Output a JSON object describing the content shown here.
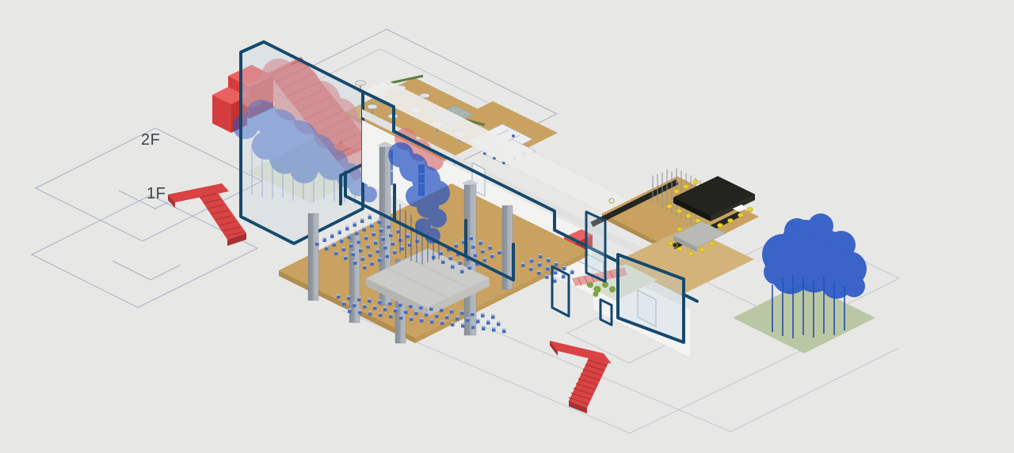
{
  "title": "Axonometric building circulation diagram",
  "labels": {
    "floor2": "2F",
    "floor1": "1F"
  },
  "colors": {
    "background": "#e7e7e6",
    "plate_outline": "#a6b0c3",
    "section_outline": "#16496e",
    "stair_red": "#d94343",
    "accent_red": "#e04444",
    "floor_tan": "#c9a261",
    "floor_tan_light": "#d4b37a",
    "grass_green": "#bac7a4",
    "interior_sage": "#dadfcd",
    "tree_blue": "#2353c4",
    "tree_red": "#d97a7a",
    "chair_blue": "#4a6db8",
    "chair_blue_light": "#8fa5d2",
    "chair_yellow": "#e6d22c",
    "table_black": "#23241e",
    "stage_gray": "#cbcbc7",
    "wall_white": "#f3f3f1",
    "column_gray": "#9aa0a8"
  },
  "auditorium": {
    "blocks": [
      {
        "rows": 6,
        "cols": 8
      },
      {
        "rows": 4,
        "cols": 6
      },
      {
        "rows": 3,
        "cols": 16
      },
      {
        "rows": 3,
        "cols": 5
      }
    ]
  },
  "scene": {
    "floors": [
      {
        "id": "2F",
        "label": "2F"
      },
      {
        "id": "1F",
        "label": "1F"
      }
    ],
    "elements": [
      "red circulation stairs x4",
      "atrium tree cluster (red/blue)",
      "center atrium tree (blue)",
      "courtyard tree cluster on grass",
      "auditorium with center stage and chair blocks",
      "2F cafe tables",
      "conference table with yellow chairs",
      "small meeting table with yellow chairs",
      "dark navy section-cut outline",
      "thin floor-plate outlines"
    ],
    "counts": {
      "cafe_tables": 9,
      "conference_chairs": 12,
      "meeting_chairs": 6,
      "tree_clusters": 3
    }
  }
}
